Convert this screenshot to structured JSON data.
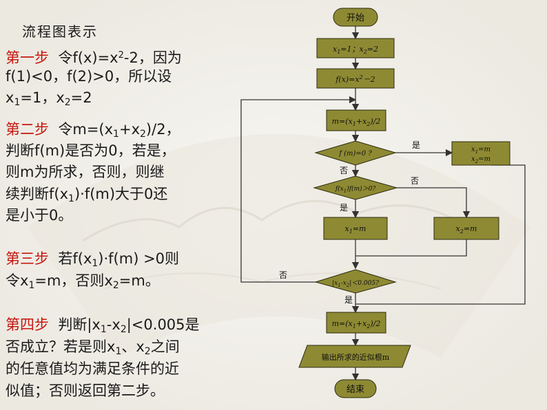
{
  "title": "流程图表示",
  "colors": {
    "accent": "#c4180f",
    "box_fill": "#8e8a33",
    "box_stroke": "#2b2a10",
    "line": "#333333"
  },
  "steps": {
    "s1": {
      "label": "第一步",
      "line1": "令f(x)=x",
      "line1_sup": "2",
      "line1_end": "-2，因为",
      "line2": "f(1)<0，f(2)>0，所以设",
      "line3_a": "x",
      "line3_a_sub": "1",
      "line3_b": "=1，x",
      "line3_b_sub": "2",
      "line3_c": "=2"
    },
    "s2": {
      "label": "第二步",
      "line1_a": "令m=(x",
      "line1_a_sub": "1",
      "line1_b": "+x",
      "line1_b_sub": "2",
      "line1_c": ")/2，",
      "line2": "判断f(m)是否为0，若是，",
      "line3": "则m为所求，否则，则继",
      "line4_a": "续判断f(x",
      "line4_a_sub": "1",
      "line4_b": ")·f(m)大于0还",
      "line5": "是小于0。"
    },
    "s3": {
      "label": "第三步",
      "line1_a": "若f(x",
      "line1_a_sub": "1",
      "line1_b": ")·f(m) >0则",
      "line2_a": "令x",
      "line2_a_sub": "1",
      "line2_b": "=m，否则x",
      "line2_b_sub": "2",
      "line2_c": "=m。"
    },
    "s4": {
      "label": "第四步",
      "line1_a": "判断|x",
      "line1_a_sub": "1",
      "line1_b": "-x",
      "line1_b_sub": "2",
      "line1_c": "|<0.005是",
      "line2_a": "否成立？若是则x",
      "line2_a_sub": "1",
      "line2_b": "、x",
      "line2_b_sub": "2",
      "line2_c": "之间",
      "line3": "的任意值均为满足条件的近",
      "line4": "似值；否则返回第二步。"
    }
  },
  "flowchart": {
    "start": "开始",
    "init_a": "x",
    "init_a_sub": "1",
    "init_b": "=1；x",
    "init_b_sub": "2",
    "init_c": "=2",
    "func_a": "f(x)=x",
    "func_sup": "2",
    "func_b": "－2",
    "mid1_a": "m=(x",
    "mid1_a_sub": "1",
    "mid1_b": "+x",
    "mid1_b_sub": "2",
    "mid1_c": ")/2",
    "cond1": "f (m)=0 ?",
    "yes1": "是",
    "no1": "否",
    "result_a": "x",
    "result_a_sub": "1",
    "result_b": "=m",
    "result2_a": "x",
    "result2_a_sub": "2",
    "result2_b": "=m",
    "cond2_a": "f(x",
    "cond2_a_sub": "1",
    "cond2_b": ")f(m)＞0?",
    "yes2": "是",
    "no2": "否",
    "set1_a": "x",
    "set1_a_sub": "1",
    "set1_b": "=m",
    "set2_a": "x",
    "set2_a_sub": "2",
    "set2_b": "=m",
    "cond3_a": "|x",
    "cond3_a_sub": "1",
    "cond3_b": "-x",
    "cond3_b_sub": "2",
    "cond3_c": "|＜0.005?",
    "no3": "否",
    "yes3": "是",
    "mid2_a": "m=(x",
    "mid2_a_sub": "1",
    "mid2_b": "+x",
    "mid2_b_sub": "2",
    "mid2_c": ")/2",
    "output": "输出所求的近似根m",
    "end": "结束"
  }
}
